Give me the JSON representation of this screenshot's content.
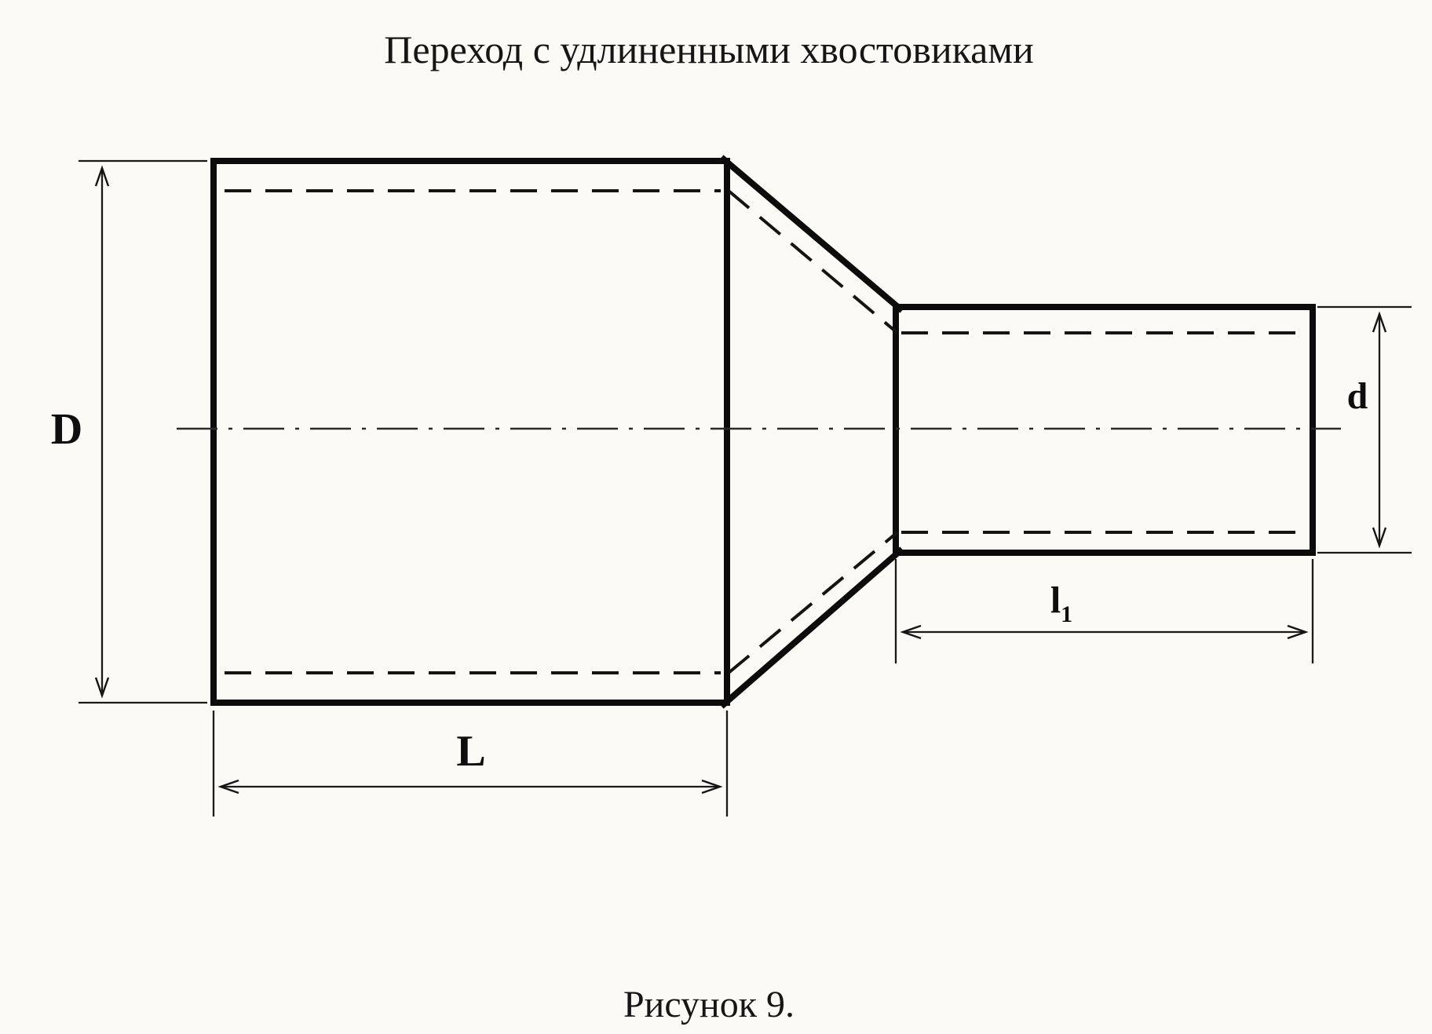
{
  "title": "Переход с удлиненными хвостовиками",
  "caption": "Рисунок 9.",
  "labels": {
    "large_diameter": "D",
    "small_diameter": "d",
    "large_length": "L",
    "small_length_base": "l",
    "small_length_sub": "1"
  }
}
